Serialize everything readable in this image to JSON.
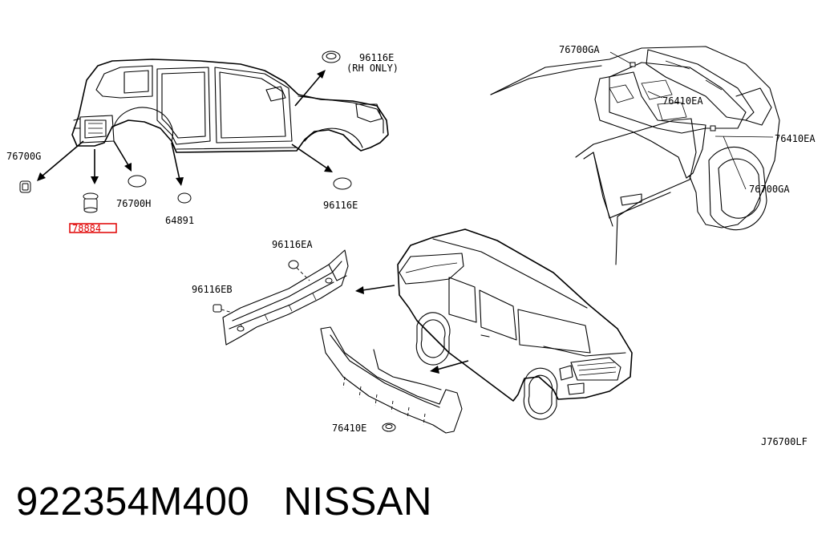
{
  "diagram": {
    "code": "J76700LF",
    "labels": {
      "p96116E_top": "96116E",
      "rh_only": "(RH ONLY)",
      "p76700G": "76700G",
      "p76700H": "76700H",
      "p64891": "64891",
      "p96116E_mid": "96116E",
      "p78884": "78884",
      "p96116EA": "96116EA",
      "p96116EB": "96116EB",
      "p76410E": "76410E",
      "p76700GA_top": "76700GA",
      "p76410EA_a": "76410EA",
      "p76410EA_b": "76410EA",
      "p76700GA_bot": "76700GA"
    }
  },
  "footer": {
    "part_number": "922354M400",
    "brand": "NISSAN"
  }
}
